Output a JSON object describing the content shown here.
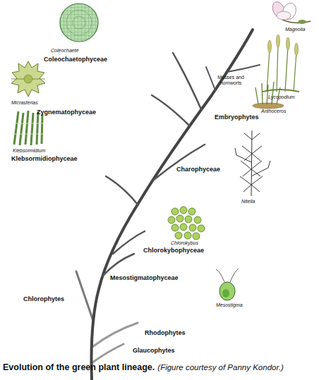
{
  "diagram": {
    "caption": "Evolution of the green plant lineage.",
    "labels": [
      "Coleochaete",
      "Coleochaetophyceae",
      "Magnolia",
      "Micrasterias",
      "Zygnematophyceae",
      "Mosses and hornworts",
      "Lycopodium",
      "Embryophytes",
      "Anthoceros",
      "Klebsormidium",
      "Klebsormidiophyceae",
      "Charophyceae",
      "Nitella",
      "Chlorokybus",
      "Chlorokybophyceae",
      "Mesostigmatophyceae",
      "Mesostigma",
      "Chlorophytes",
      "Rhodophytes",
      "Glaucophytes",
      "(Figure courtesy of Panny Kondor.)"
    ]
  }
}
